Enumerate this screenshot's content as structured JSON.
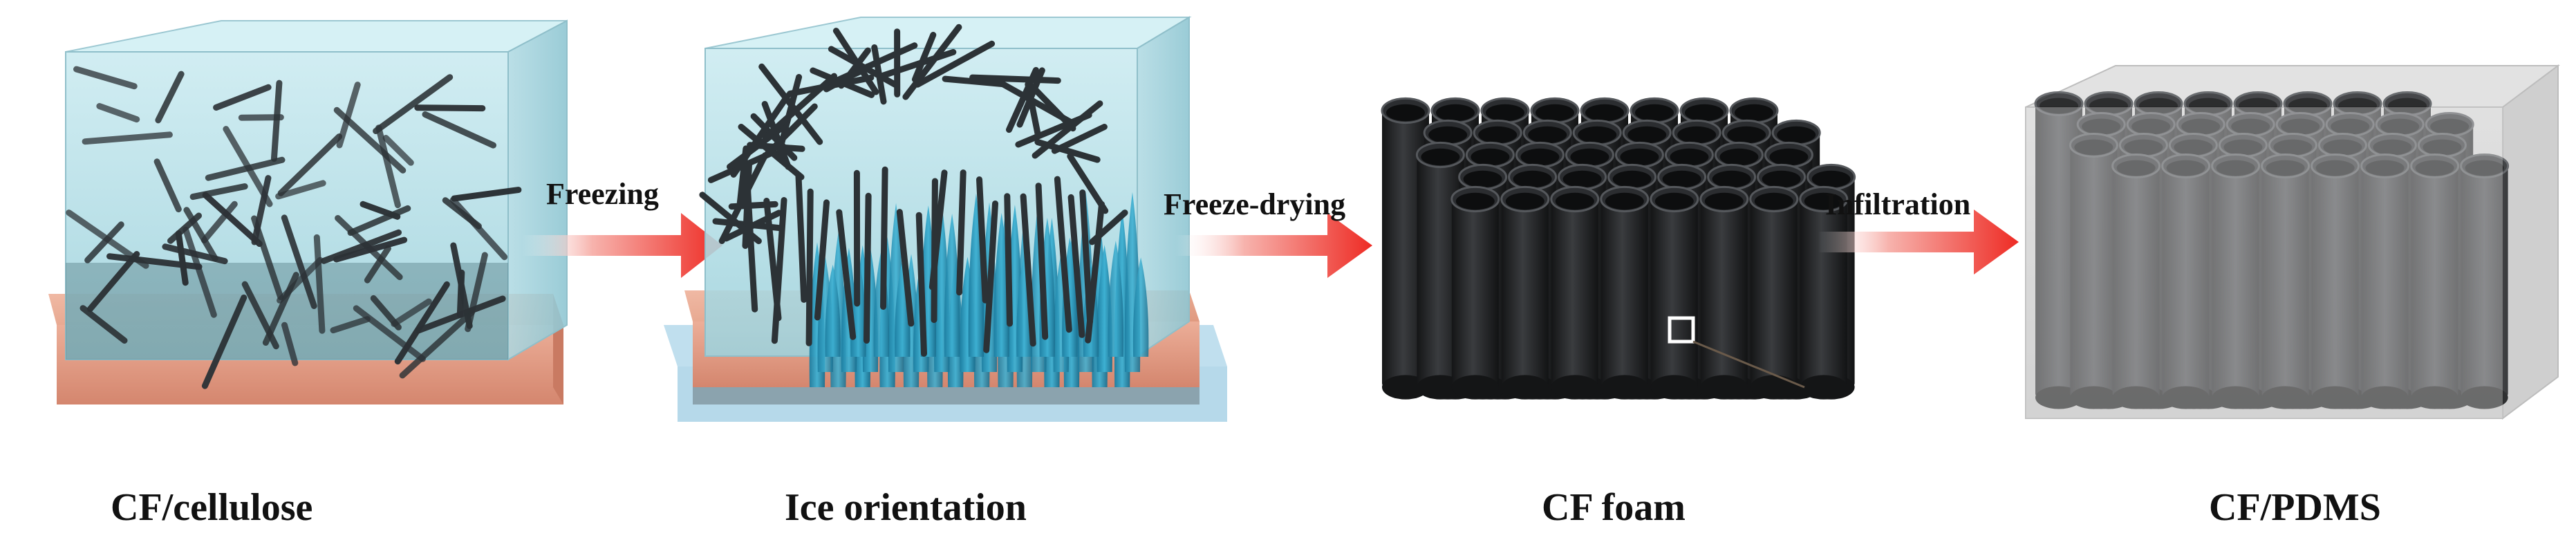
{
  "stages": [
    {
      "label": "CF/cellulose"
    },
    {
      "label": "Ice orientation"
    },
    {
      "label": "CF  foam"
    },
    {
      "label": "CF/PDMS"
    }
  ],
  "arrows": [
    {
      "label": "Freezing"
    },
    {
      "label": "Freeze-drying"
    },
    {
      "label": "Infiltration"
    }
  ],
  "colors": {
    "substrate": "#e6a28c",
    "hydrogel": "#bfe3ea",
    "fiber": "#2c3236",
    "ice_crystal": "#2a93b5",
    "foam": "#1e1f21",
    "pdms_box": "#d8d8d8",
    "arrow_red": "#ee2b24"
  }
}
